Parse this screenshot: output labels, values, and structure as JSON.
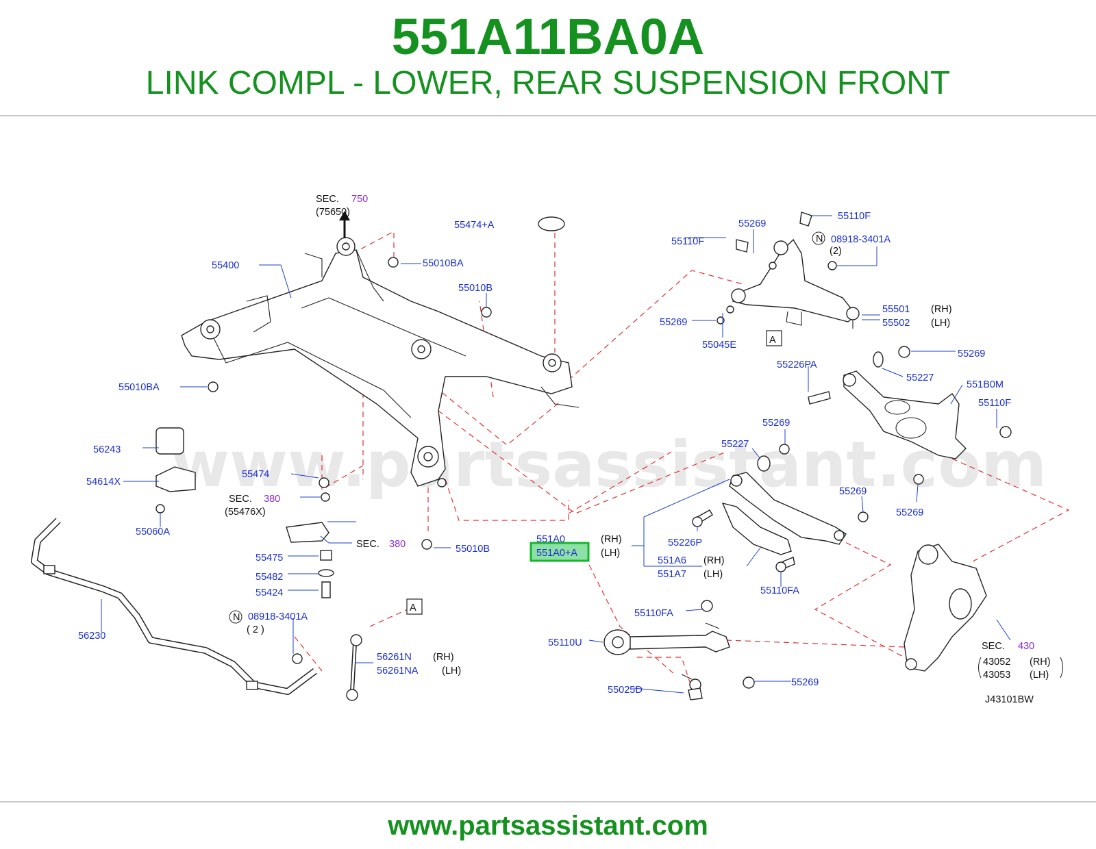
{
  "header": {
    "part_number": "551A11BA0A",
    "title": "LINK COMPL - LOWER, REAR SUSPENSION FRONT"
  },
  "watermark": "www.partsassistant.com",
  "footer": {
    "url": "www.partsassistant.com"
  },
  "colors": {
    "brand_green": "#14911f",
    "label_blue": "#1a2fd0",
    "section_purple": "#8a2bd8",
    "leader_red": "#e03030",
    "highlight": "#8fe0a6"
  },
  "diagram": {
    "code": "J43101BW",
    "sec750": {
      "sec": "SEC.",
      "num": "750",
      "sub": "(75650)"
    },
    "sec380a": {
      "sec": "SEC.",
      "num": "380",
      "sub": "(55476X)"
    },
    "sec380b": {
      "sec": "SEC.",
      "num": "380"
    },
    "sec430": {
      "sec": "SEC.",
      "num": "430",
      "p1": "43052",
      "p2": "43053",
      "rh": "(RH)",
      "lh": "(LH)"
    },
    "ref_a": "A",
    "n_mark": "N",
    "labels": {
      "p55474a": "55474+A",
      "p55400": "55400",
      "p55010ba_1": "55010BA",
      "p55010b_1": "55010B",
      "p55010ba_2": "55010BA",
      "p56243": "56243",
      "p54614x": "54614X",
      "p55060a": "55060A",
      "p55474": "55474",
      "p55475": "55475",
      "p55482": "55482",
      "p55424": "55424",
      "p56230": "56230",
      "p08918_left": "08918-3401A",
      "q2_left": "( 2 )",
      "p56261n": "56261N",
      "p56261na": "56261NA",
      "rh": "(RH)",
      "lh": "(LH)",
      "p55010b_2": "55010B",
      "p551a0": "551A0",
      "p551a0a": "551A0+A",
      "p551a6": "551A6",
      "p551a7": "551A7",
      "p55226p": "55226P",
      "p55110fa_1": "55110FA",
      "p55110fa_2": "55110FA",
      "p55110u": "55110U",
      "p55025d": "55025D",
      "p55269_bottom": "55269",
      "p55110f_top": "55110F",
      "p55269_top": "55269",
      "p55110f_left": "55110F",
      "p08918_right": "08918-3401A",
      "q2_right": "(2)",
      "p55501": "55501",
      "p55502": "55502",
      "p55269_mid": "55269",
      "p55045e": "55045E",
      "p55269_r1": "55269",
      "p55227_1": "55227",
      "p55226pa": "55226PA",
      "p551b0m": "551B0M",
      "p55110f_right": "55110F",
      "p55269_r2": "55269",
      "p55227_2": "55227",
      "p55269_r3": "55269",
      "p55269_r4": "55269"
    }
  }
}
